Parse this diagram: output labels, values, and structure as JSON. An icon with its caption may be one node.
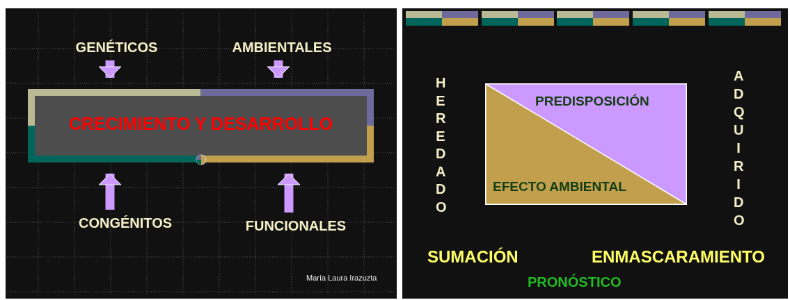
{
  "diagram": {
    "nodes": [
      {
        "text": [
          "GENÉTICOS"
        ]
      },
      {
        "text": [
          "AMBIENTALES"
        ]
      },
      {
        "text": [
          "CRECIMIENTO Y DESARROLLO"
        ]
      },
      {
        "text": [
          "CONGÉNITOS"
        ]
      },
      {
        "text": [
          "FUNCIONALES"
        ]
      },
      {
        "text": [
          "PREDISPOSICIÓN",
          "EFECTO AMBIENTAL"
        ]
      }
    ],
    "edges": [
      {
        "from": 0,
        "to": 2,
        "arrow": "to"
      },
      {
        "from": 1,
        "to": 2,
        "arrow": "to"
      },
      {
        "from": 3,
        "to": 2,
        "arrow": "to"
      },
      {
        "from": 4,
        "to": 2,
        "arrow": "to"
      }
    ],
    "labels": [
      "María Laura Irazuzta",
      "HEREDADO",
      "ADQUIRIDO",
      "SUMACIÓN",
      "ENMASCARAMIENTO",
      "PRONÓSTICO"
    ]
  }
}
